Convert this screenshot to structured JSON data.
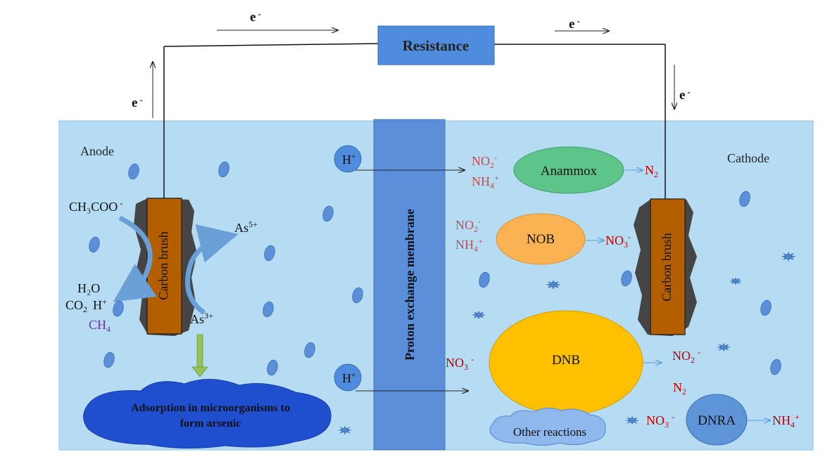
{
  "circuit": {
    "resistance": "Resistance",
    "electron": "e",
    "minus": "-"
  },
  "anode": {
    "label": "Anode",
    "brush": "Carbon brush",
    "acetate": "CH₃COO",
    "acetate_charge": "-",
    "water": "H₂O",
    "co2": "CO",
    "co2_sub": "2",
    "proton": "H",
    "plus": "+",
    "methane": "CH",
    "methane_sub": "4",
    "as5": "As",
    "as5_sup": "5+",
    "as3": "As",
    "as3_sup": "3+",
    "adsorption_line1": "Adsorption in microorganisms to",
    "adsorption_line2": "form arsenic"
  },
  "membrane": {
    "label": "Proton exchange membrane",
    "h": "H",
    "plus": "+"
  },
  "cathode": {
    "label": "Cathode",
    "brush": "Carbon brush",
    "anammox": "Anammox",
    "nob": "NOB",
    "dnb": "DNB",
    "dnra": "DNRA",
    "other": "Other reactions",
    "NO": "NO",
    "NH": "NH",
    "N": "N",
    "sub2": "2",
    "sub3": "3",
    "sub4": "4",
    "minus": "-",
    "plus": "+"
  },
  "colors": {
    "tank": "#b6dcf4",
    "membrane": "#5b8fd9",
    "brush": "#b35f00",
    "anammox": "#5dc58a",
    "nob": "#fbb253",
    "dnb": "#ffc000",
    "dnra": "#5e94d8",
    "adsorption": "#1f4fcf",
    "nitrogen_species": "#c00000"
  }
}
